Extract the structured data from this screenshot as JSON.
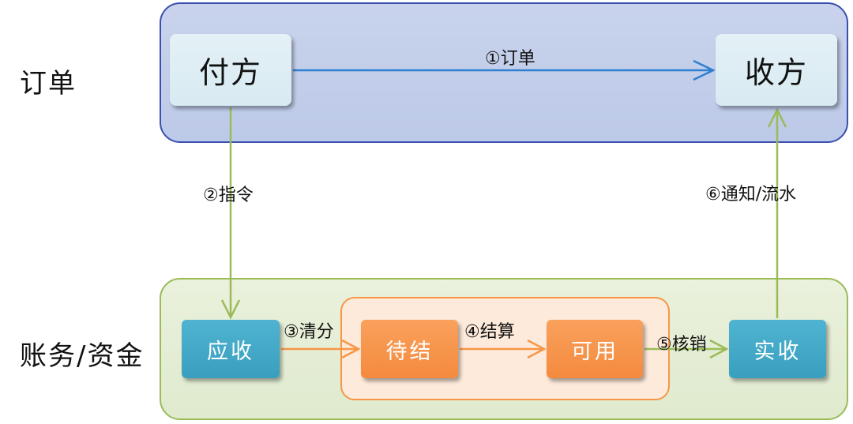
{
  "rows": {
    "order": {
      "label": "订单"
    },
    "fund": {
      "label": "账务/资金"
    }
  },
  "parties": {
    "payer": "付方",
    "payee": "收方"
  },
  "nodes": {
    "receivable": "应收",
    "pending": "待结",
    "available": "可用",
    "received": "实收"
  },
  "steps": {
    "s1": "①订单",
    "s2": "②指令",
    "s3": "③清分",
    "s4": "④结算",
    "s5": "⑤核销",
    "s6": "⑥通知/流水"
  },
  "colors": {
    "order_panel_border": "#3b4fb0",
    "order_arrow": "#2f7fd0",
    "fund_panel_border": "#9bbb59",
    "green_arrow": "#9bbb59",
    "settle_panel_border": "#f79646",
    "orange_arrow": "#f79646",
    "node_blue": "#3a9fbf",
    "node_orange": "#f48a3e"
  }
}
